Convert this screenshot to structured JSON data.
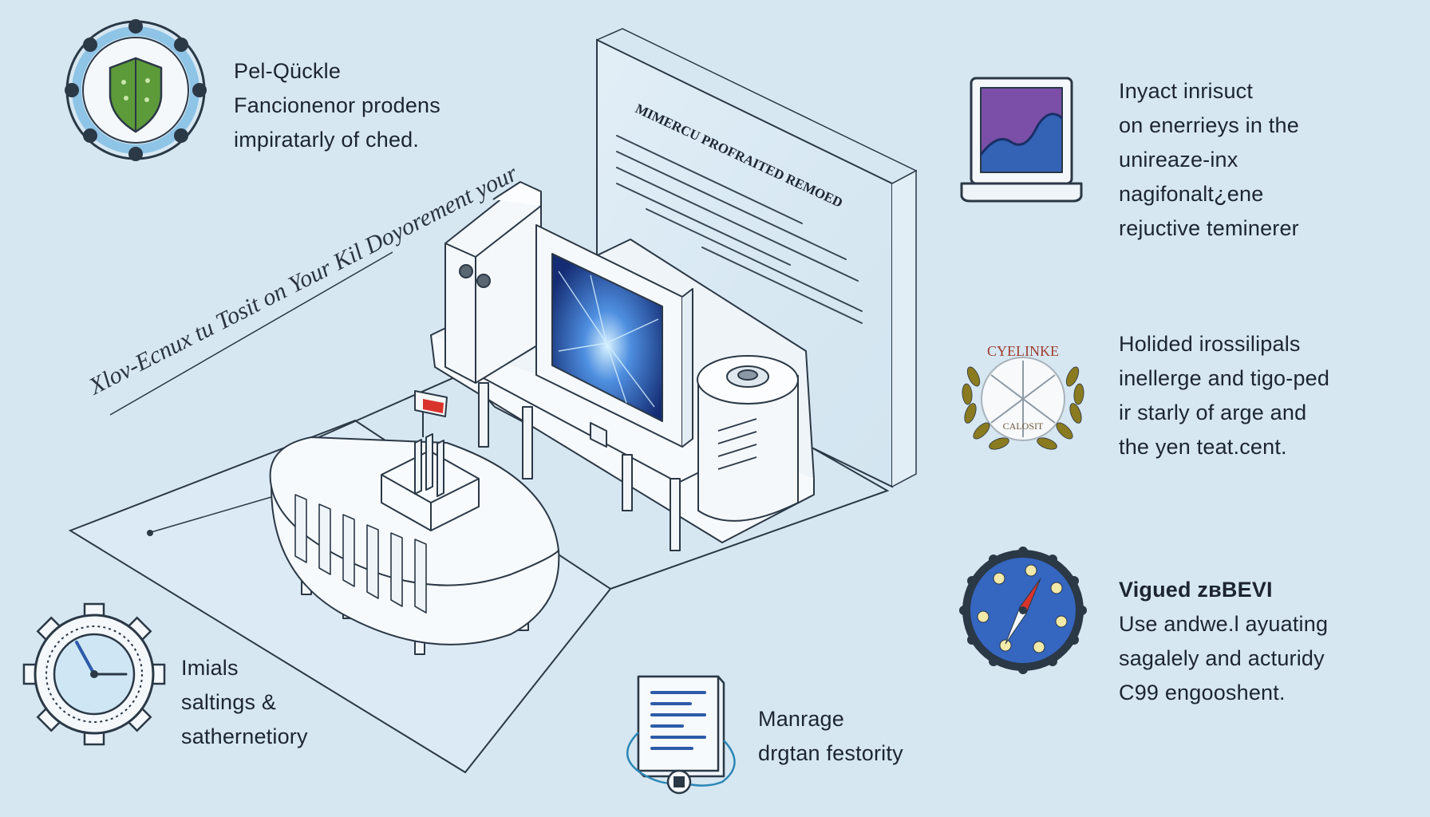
{
  "features": [
    {
      "id": "f1",
      "lines": [
        "Pel-Qückle",
        "Fancionenor prodens",
        "impiratarly of ched."
      ]
    },
    {
      "id": "f2",
      "lines": [
        "Inyact inrisuct",
        "on enerriеys in the",
        "unireaze-inx",
        "nagifonalt¿ene",
        "rejuctive teminerer"
      ]
    },
    {
      "id": "f3",
      "lines": [
        "Holided irossilipals",
        "inellerge and tigo-ped",
        "ir starly of arge and",
        "the yen teat.cent."
      ]
    },
    {
      "id": "f4",
      "title": "Vigued zвBEVI",
      "lines": [
        "Use andwe.l ayuating",
        "sagalely and acturidy",
        "C99 engooshent."
      ]
    },
    {
      "id": "f5",
      "lines": [
        "Imials",
        "saltings &",
        "sathernetiory"
      ]
    },
    {
      "id": "f6",
      "lines": [
        "Manrage",
        "drgtan festority"
      ]
    }
  ],
  "diagram": {
    "diagonal_label": "Xlov-Ecnux tu Tosit on Your Kil Doyorement your",
    "document_title": "MIMERCU PROFRAITED REMOED",
    "emblem_top": "CYELINKE",
    "emblem_bottom": "CALOSIT"
  },
  "colors": {
    "background": "#d6e7f2",
    "line": "#2b3846",
    "shield_green": "#5c9a3a",
    "chart_purple": "#7b4fa8",
    "chart_blue": "#3462b5",
    "compass_blue": "#3566c0",
    "laurel_gold": "#8a7a20",
    "flag_red": "#d9342b"
  },
  "icons": [
    "shield-gear-icon",
    "laptop-chart-icon",
    "laurel-emblem-icon",
    "compass-gear-icon",
    "clock-gear-icon",
    "server-document-icon"
  ]
}
